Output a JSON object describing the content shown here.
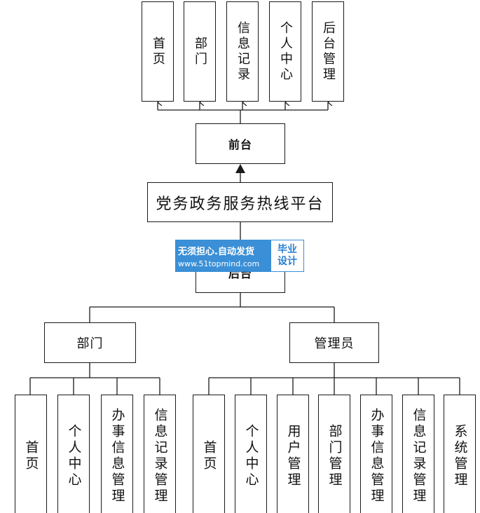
{
  "frontend": {
    "label": "前台",
    "modules": [
      "首页",
      "部门",
      "信息记录",
      "个人中心",
      "后台管理"
    ]
  },
  "platform": "党务政务服务热线平台",
  "backend": {
    "label": "后台",
    "department": {
      "label": "部门",
      "modules": [
        "首页",
        "个人中心",
        "办事信息管理",
        "信息记录管理"
      ]
    },
    "admin": {
      "label": "管理员",
      "modules": [
        "首页",
        "个人中心",
        "用户管理",
        "部门管理",
        "办事信息管理",
        "信息记录管理",
        "系统管理"
      ]
    }
  },
  "watermark": {
    "line1": "无须担心.自动发货",
    "line2": "www.51topmind.com",
    "badge1": "毕业",
    "badge2": "设计"
  }
}
